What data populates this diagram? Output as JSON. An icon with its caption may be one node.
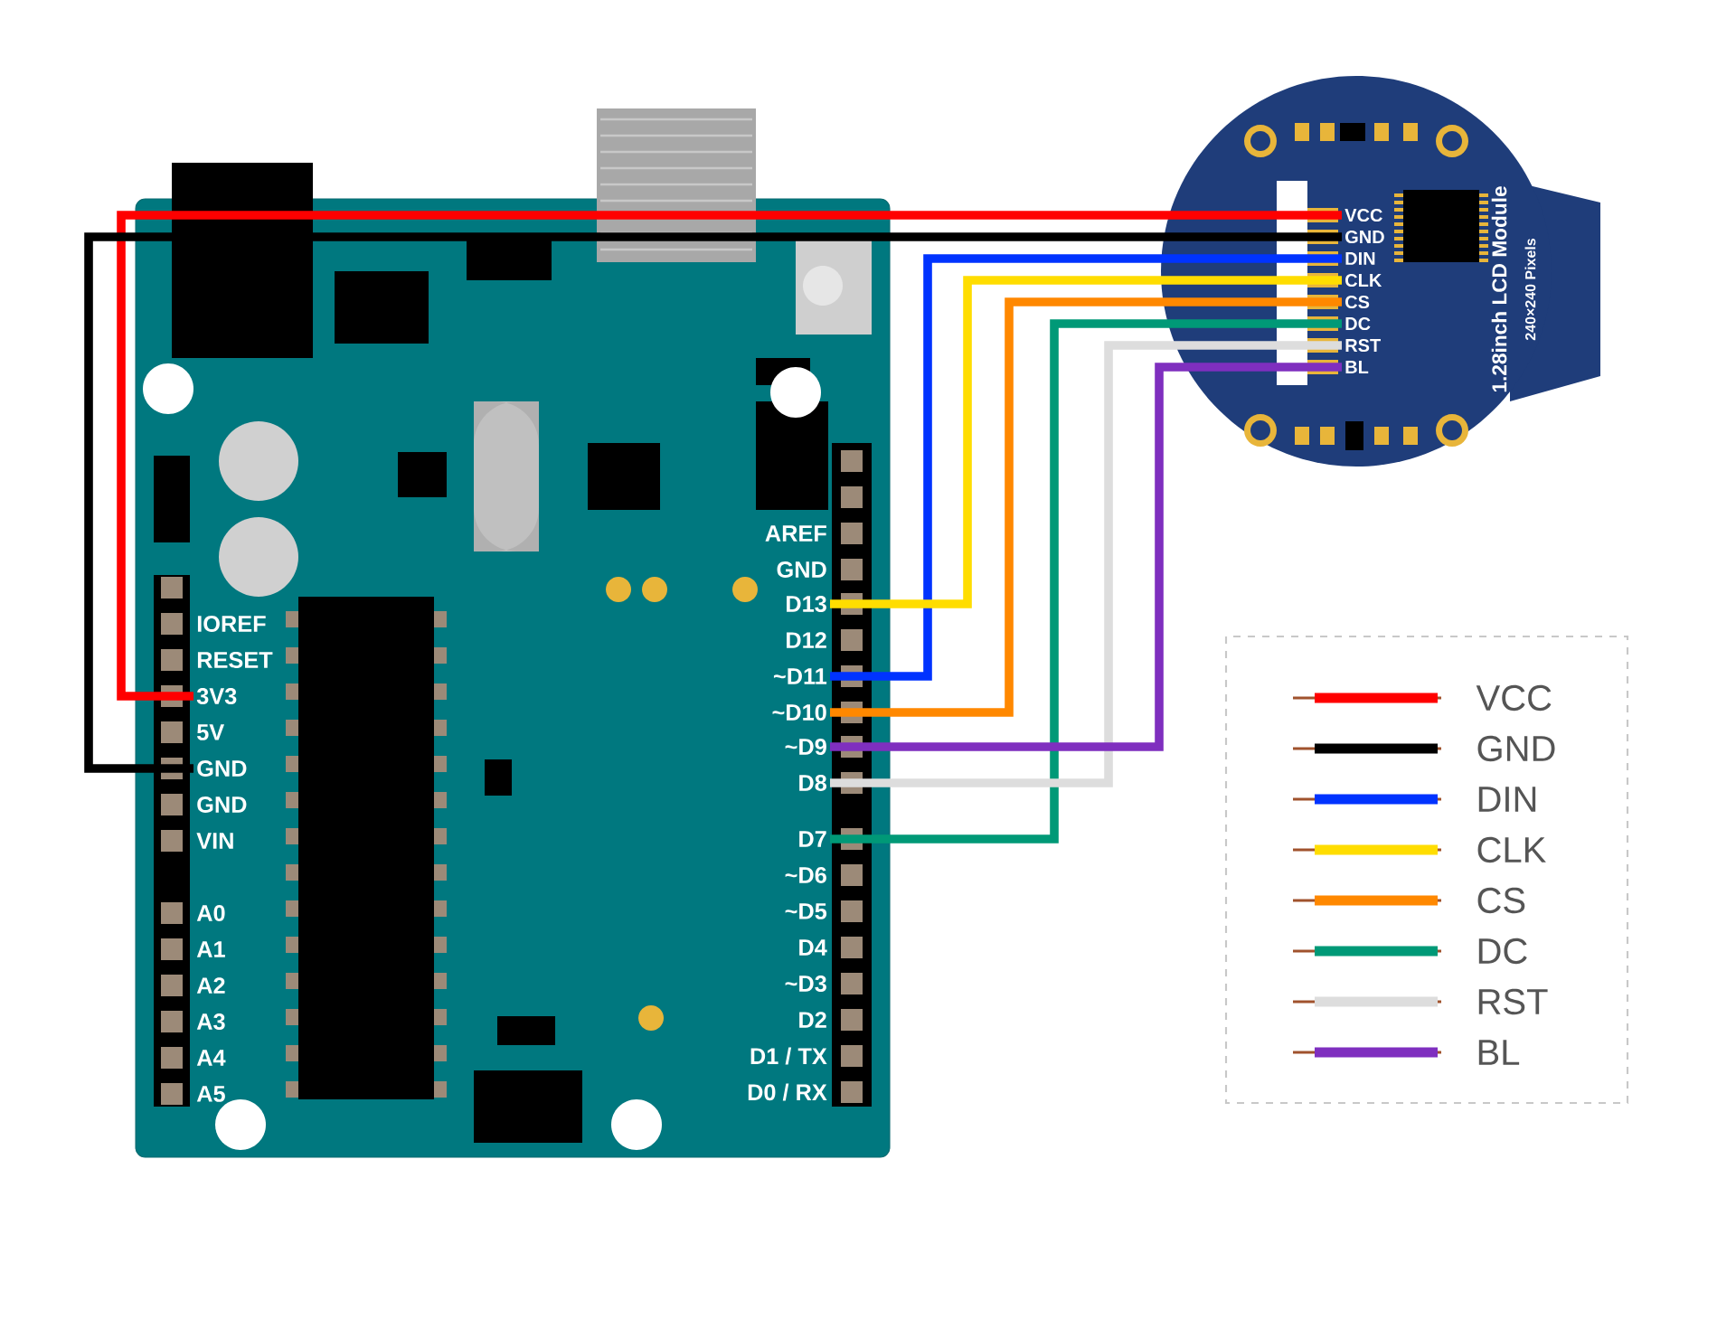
{
  "diagram": {
    "nodes": [
      {
        "text": [],
        "shape": "box"
      },
      {
        "text": [
          "1.28inch LCD Module",
          "240×240 Pixels"
        ]
      },
      {
        "text": [
          "VCC"
        ],
        "in": 1
      },
      {
        "text": [
          "GND"
        ],
        "in": 1
      },
      {
        "text": [
          "DIN"
        ],
        "in": 1
      },
      {
        "text": [
          "CLK"
        ],
        "in": 1
      },
      {
        "text": [
          "CS"
        ],
        "in": 1
      },
      {
        "text": [
          "DC"
        ],
        "in": 1
      },
      {
        "text": [
          "RST"
        ],
        "in": 1
      },
      {
        "text": [
          "BL"
        ],
        "in": 1
      },
      {
        "text": [
          "IOREF"
        ],
        "in": 0
      },
      {
        "text": [
          "RESET"
        ],
        "in": 0
      },
      {
        "text": [
          "3V3"
        ],
        "in": 0
      },
      {
        "text": [
          "5V"
        ],
        "in": 0
      },
      {
        "text": [
          "GND"
        ],
        "in": 0
      },
      {
        "text": [
          "GND"
        ],
        "in": 0
      },
      {
        "text": [
          "VIN"
        ],
        "in": 0
      },
      {
        "text": [
          "A0"
        ],
        "in": 0
      },
      {
        "text": [
          "A1"
        ],
        "in": 0
      },
      {
        "text": [
          "A2"
        ],
        "in": 0
      },
      {
        "text": [
          "A3"
        ],
        "in": 0
      },
      {
        "text": [
          "A4"
        ],
        "in": 0
      },
      {
        "text": [
          "A5"
        ],
        "in": 0
      },
      {
        "text": [
          "AREF"
        ],
        "in": 0
      },
      {
        "text": [
          "GND"
        ],
        "in": 0
      },
      {
        "text": [
          "D13"
        ],
        "in": 0
      },
      {
        "text": [
          "D12"
        ],
        "in": 0
      },
      {
        "text": [
          "~D11"
        ],
        "in": 0
      },
      {
        "text": [
          "~D10"
        ],
        "in": 0
      },
      {
        "text": [
          "~D9"
        ],
        "in": 0
      },
      {
        "text": [
          "D8"
        ],
        "in": 0
      },
      {
        "text": [
          "D7"
        ],
        "in": 0
      },
      {
        "text": [
          "~D6"
        ],
        "in": 0
      },
      {
        "text": [
          "~D5"
        ],
        "in": 0
      },
      {
        "text": [
          "D4"
        ],
        "in": 0
      },
      {
        "text": [
          "~D3"
        ],
        "in": 0
      },
      {
        "text": [
          "D2"
        ],
        "in": 0
      },
      {
        "text": [
          "D1 / TX"
        ],
        "in": 0
      },
      {
        "text": [
          "D0 / RX"
        ],
        "in": 0
      }
    ],
    "edges": [
      {
        "from": 2,
        "to": 12,
        "arrow": "none",
        "color": "#ff0000"
      },
      {
        "from": 3,
        "to": 14,
        "arrow": "none",
        "color": "#000000"
      },
      {
        "from": 4,
        "to": 27,
        "arrow": "none",
        "color": "#0033ff"
      },
      {
        "from": 5,
        "to": 25,
        "arrow": "none",
        "color": "#ffdd00"
      },
      {
        "from": 6,
        "to": 28,
        "arrow": "none",
        "color": "#ff8800"
      },
      {
        "from": 7,
        "to": 31,
        "arrow": "none",
        "color": "#009977"
      },
      {
        "from": 8,
        "to": 30,
        "arrow": "none",
        "color": "#dddddd"
      },
      {
        "from": 9,
        "to": 29,
        "arrow": "none",
        "color": "#7f2fbf"
      }
    ],
    "legend": [
      {
        "text": "VCC",
        "color": "#ff0000"
      },
      {
        "text": "GND",
        "color": "#000000"
      },
      {
        "text": "DIN",
        "color": "#0033ff"
      },
      {
        "text": "CLK",
        "color": "#ffdd00"
      },
      {
        "text": "CS",
        "color": "#ff8800"
      },
      {
        "text": "DC",
        "color": "#009977"
      },
      {
        "text": "RST",
        "color": "#dddddd"
      },
      {
        "text": "BL",
        "color": "#7f2fbf"
      }
    ]
  }
}
